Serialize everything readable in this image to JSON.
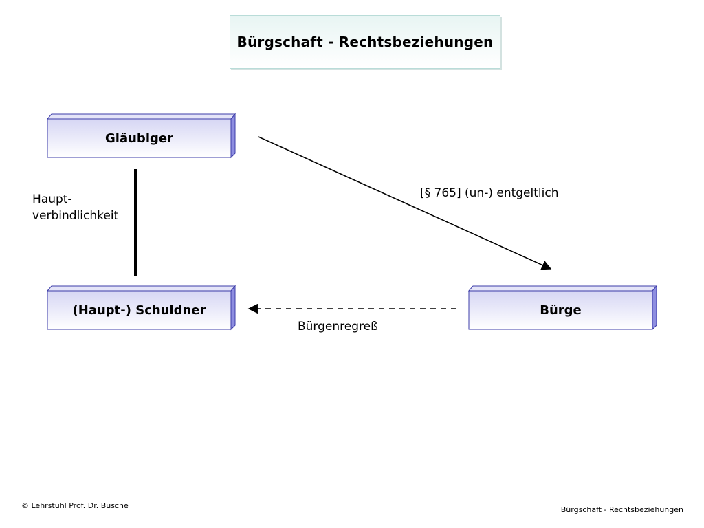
{
  "title": "Bürgschaft - Rechtsbeziehungen",
  "nodes": {
    "glaeubiger": "Gläubiger",
    "schuldner": "(Haupt-) Schuldner",
    "buerge": "Bürge"
  },
  "edges": {
    "hauptverbindlichkeit": {
      "line1": "Haupt-",
      "line2": "verbindlichkeit"
    },
    "buergschaftsvertrag": "[§ 765] (un-) entgeltlich",
    "regress": "Bürgenregreß"
  },
  "footer": {
    "left": "© Lehrstuhl Prof. Dr. Busche",
    "right": "Bürgschaft - Rechtsbeziehungen"
  },
  "colors": {
    "node_border": "#3c3ca8",
    "node_fill_top": "#d6d6f4",
    "node_fill_bottom": "#ffffff",
    "node_side": "#8e8ee0",
    "title_border": "#b9dcd8",
    "title_fill": "#e8f5f3"
  }
}
